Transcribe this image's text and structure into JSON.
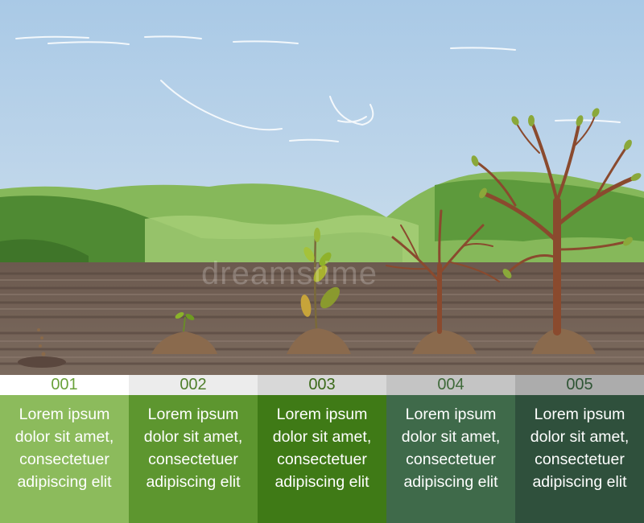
{
  "watermark": "dreamstime",
  "steps": [
    {
      "number": "001",
      "text": "Lorem ipsum dolor sit amet, consectetuer adipiscing elit",
      "header_bg": "#ffffff",
      "number_color": "#6aa13a",
      "body_bg": "#8cbb5c",
      "stage": "seed"
    },
    {
      "number": "002",
      "text": "Lorem ipsum dolor sit amet, consectetuer adipiscing elit",
      "header_bg": "#ececec",
      "number_color": "#4f7f2b",
      "body_bg": "#5d962f",
      "stage": "sprout"
    },
    {
      "number": "003",
      "text": "Lorem ipsum dolor sit amet, consectetuer adipiscing elit",
      "header_bg": "#d8d8d8",
      "number_color": "#3b6a1a",
      "body_bg": "#3f7a16",
      "stage": "seedling"
    },
    {
      "number": "004",
      "text": "Lorem ipsum dolor sit amet, consectetuer adipiscing elit",
      "header_bg": "#c4c4c4",
      "number_color": "#3f6a3a",
      "body_bg": "#3f6a4a",
      "stage": "young-tree"
    },
    {
      "number": "005",
      "text": "Lorem ipsum dolor sit amet, consectetuer adipiscing elit",
      "header_bg": "#acacac",
      "number_color": "#2f5535",
      "body_bg": "#2f503c",
      "stage": "mature-tree"
    }
  ]
}
